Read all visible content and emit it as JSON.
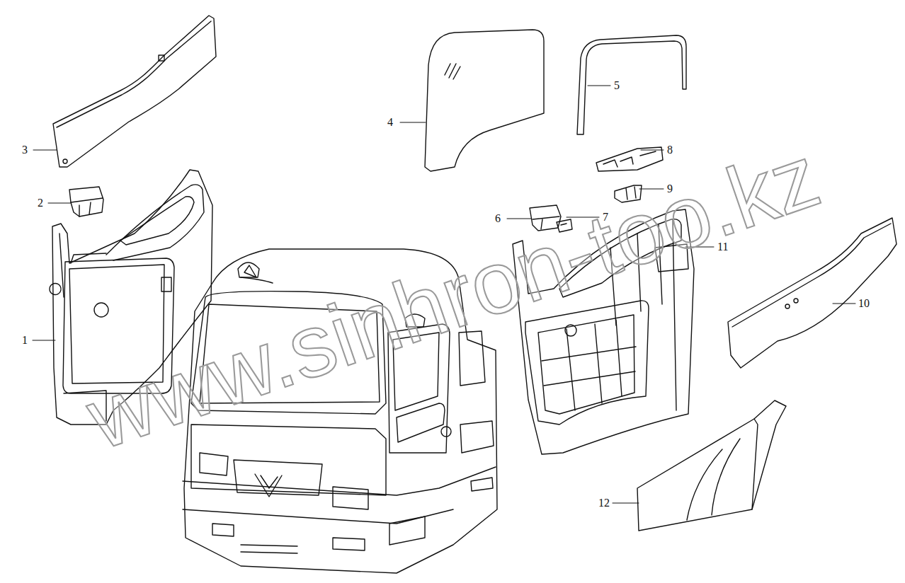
{
  "diagram": {
    "labels": [
      "3",
      "2",
      "1",
      "4",
      "5",
      "8",
      "9",
      "6",
      "7",
      "11",
      "10",
      "12",
      "www.sinhron-too.kz"
    ]
  }
}
